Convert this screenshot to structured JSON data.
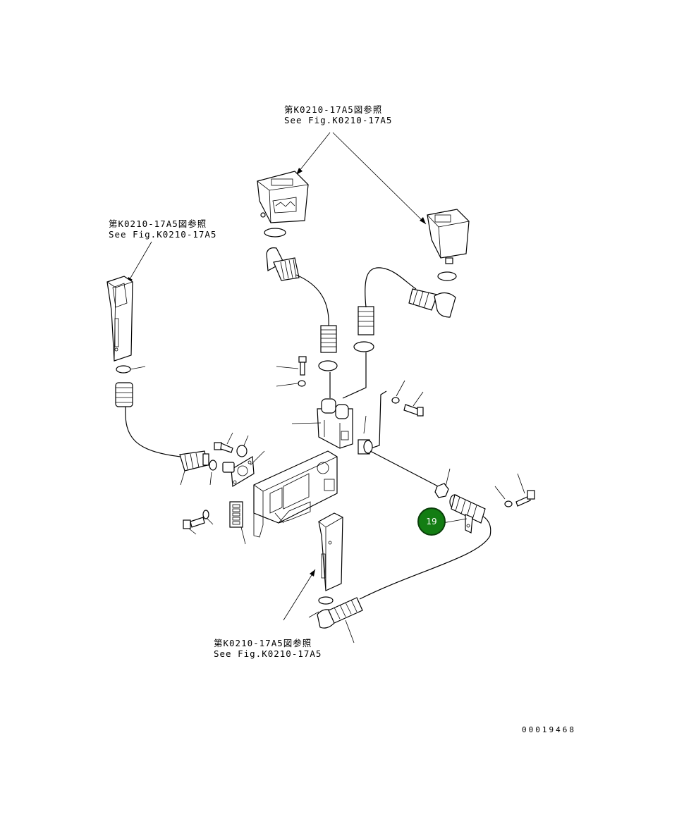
{
  "references": [
    {
      "id": "ref-top",
      "jp": "第K0210-17A5図参照",
      "en": "See Fig.K0210-17A5"
    },
    {
      "id": "ref-left",
      "jp": "第K0210-17A5図参照",
      "en": "See Fig.K0210-17A5"
    },
    {
      "id": "ref-bottom",
      "jp": "第K0210-17A5図参照",
      "en": "See Fig.K0210-17A5"
    }
  ],
  "callouts": [
    {
      "id": "callout-19",
      "label": "19",
      "color": "#137d13"
    }
  ],
  "drawing_number": "00019468"
}
